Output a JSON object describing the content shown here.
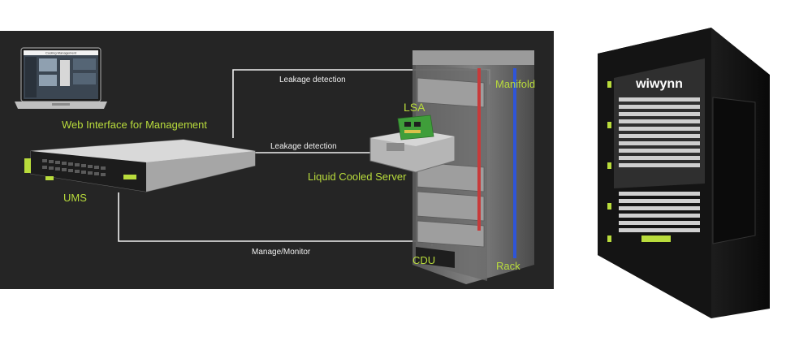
{
  "labels": {
    "web_interface": "Web Interface for Management",
    "ums": "UMS",
    "lsa": "LSA",
    "liquid_cooled_server": "Liquid Cooled Server",
    "manifold": "Manifold",
    "cdu": "CDU",
    "rack": "Rack",
    "leakage_detection_top": "Leakage detection",
    "leakage_detection_mid": "Leakage detection",
    "manage_monitor": "Manage/Monitor",
    "laptop_screen_title": "Cooling Management"
  },
  "brand": {
    "rack_logo": "wiwynn"
  },
  "colors": {
    "accent_green": "#b9dc3c",
    "panel_bg": "#252525",
    "line_white": "#f0f0f0",
    "supply_red": "#c83a3a",
    "return_blue": "#2f55d8"
  }
}
